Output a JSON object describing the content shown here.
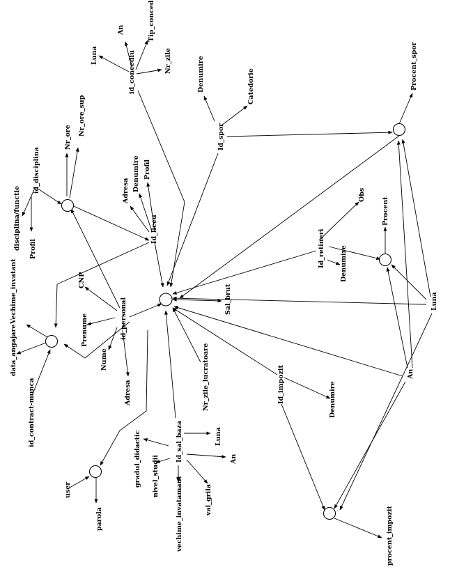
{
  "diagram": {
    "labels": {
      "id_concediu": "id_concediu",
      "luna_c": "Luna",
      "an_c": "An",
      "tip_concediu": "Tip_concediu",
      "nr_zile": "Nr_zile",
      "denumire_s": "Denumire",
      "catedorie": "Catedorie",
      "id_spor": "Id_spor",
      "procent_spor": "Procent_spor",
      "id_disciplina": "id_disciplina",
      "nr_ore": "Nr_ore",
      "nr_ore_sup": "Nr_ore_sup",
      "disciplina_functie": "disciplina/functie",
      "profil_d": "Profil",
      "adresa_l": "Adresa",
      "denumire_l": "Denumire",
      "profil_l": "Profil",
      "id_liceu": "Id_liceu",
      "obs": "Obs",
      "procent_r": "Procent",
      "id_retineri": "Id_retineri",
      "denumire_r": "Denumire",
      "vechime_invatamant_top": "Vechime_invatant",
      "cnp": "CNP",
      "prenume": "Prenume",
      "id_personal": "id_personal",
      "nume": "Nume",
      "adresa_p": "Adresa",
      "sal_brut": "Sal_brut",
      "luna_r": "Luna",
      "data_angajare": "data_angajare",
      "id_contract_munca": "id_contract-munca",
      "nr_zile_lucratoare": "Nr_zile_lucratoare",
      "id_impozit": "Id_impozit",
      "denumire_i": "Denumire",
      "an_r": "An",
      "gradul_didactic": "gradul_didactic",
      "id_sal_baza": "Id_sal_baza",
      "luna_sb": "Luna",
      "an_sb": "An",
      "nivel_studii": "nivel_studii",
      "vechime_invatamant": "vechime_invatamant",
      "val_grila": "val_grila",
      "user": "user",
      "parola": "parola",
      "procent_impozit": "procent_impozit"
    }
  }
}
